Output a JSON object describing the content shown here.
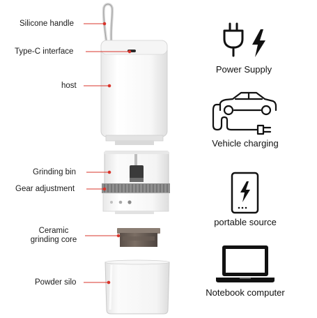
{
  "labels": {
    "silicone_handle": "Silicone handle",
    "type_c": "Type-C interface",
    "host": "host",
    "grinding_bin": "Grinding bin",
    "gear_adjustment": "Gear adjustment",
    "ceramic_core_line1": "Ceramic",
    "ceramic_core_line2": "grinding core",
    "powder_silo": "Powder silo"
  },
  "power_options": {
    "power_supply": "Power Supply",
    "vehicle_charging": "Vehicle charging",
    "portable_source": "portable source",
    "notebook_computer": "Notebook computer"
  },
  "colors": {
    "leader_line": "#d9342b",
    "icon_stroke": "#111111",
    "device_white": "#f2f2f2",
    "core_brown": "#6b5e55"
  }
}
